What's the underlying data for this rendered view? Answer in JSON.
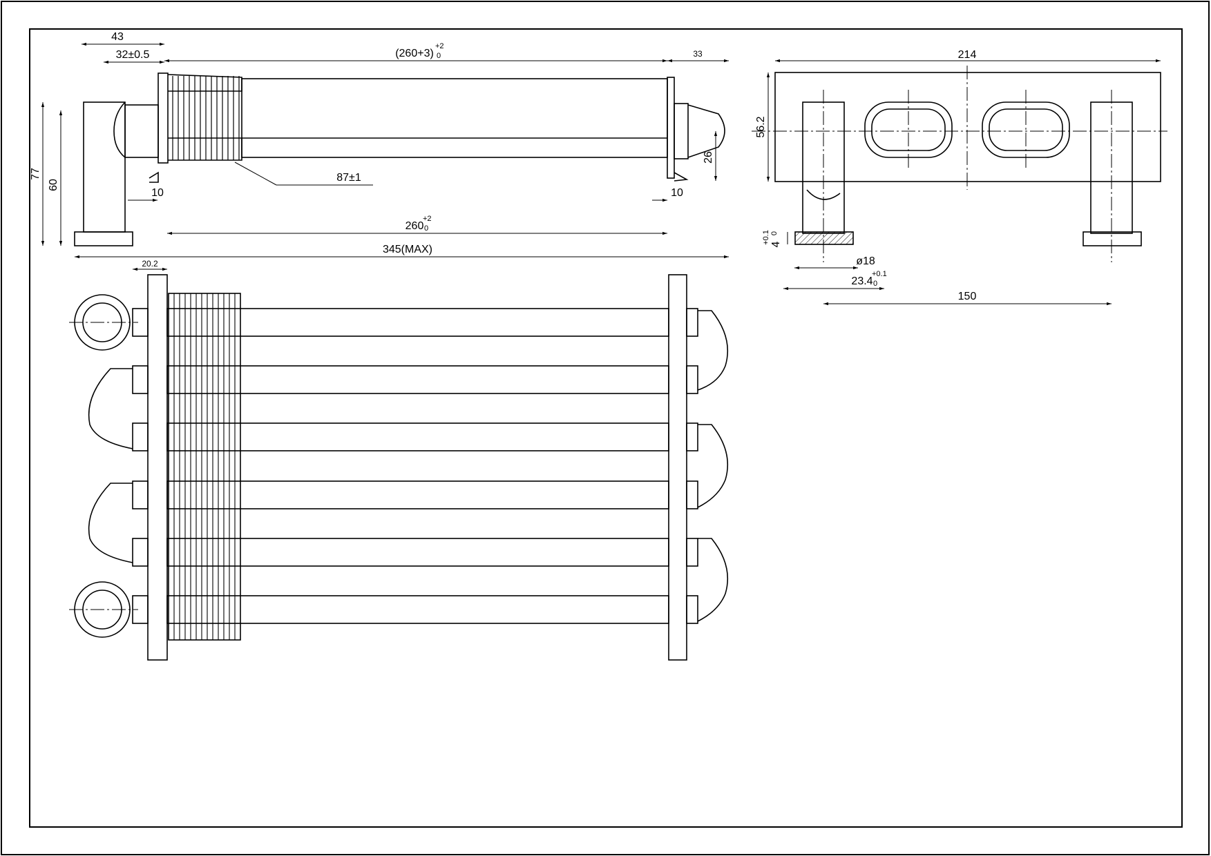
{
  "drawing": {
    "ink_color": "#000000",
    "paper_color": "#ffffff"
  },
  "dimensions": {
    "d43": "43",
    "d32": "32±0.5",
    "d260_3": "(260+3)",
    "d260_3_tol_upper": "+2",
    "d260_3_tol_lower": "0",
    "d33": "33",
    "d77": "77",
    "d60": "60",
    "d10_left": "10",
    "d10_right": "10",
    "d87": "87±1",
    "d26": "26",
    "d260": "260",
    "d260_tol_upper": "+2",
    "d260_tol_lower": "0",
    "d345": "345(MAX)",
    "d20_2": "20.2",
    "d214": "214",
    "d56_2": "56.2",
    "d4": "4",
    "d4_tol_upper": "+0.1",
    "d4_tol_lower": "0",
    "d18": "ø18",
    "d23_4": "23.4",
    "d23_4_tol_upper": "+0.1",
    "d23_4_tol_lower": "0",
    "d150": "150"
  }
}
